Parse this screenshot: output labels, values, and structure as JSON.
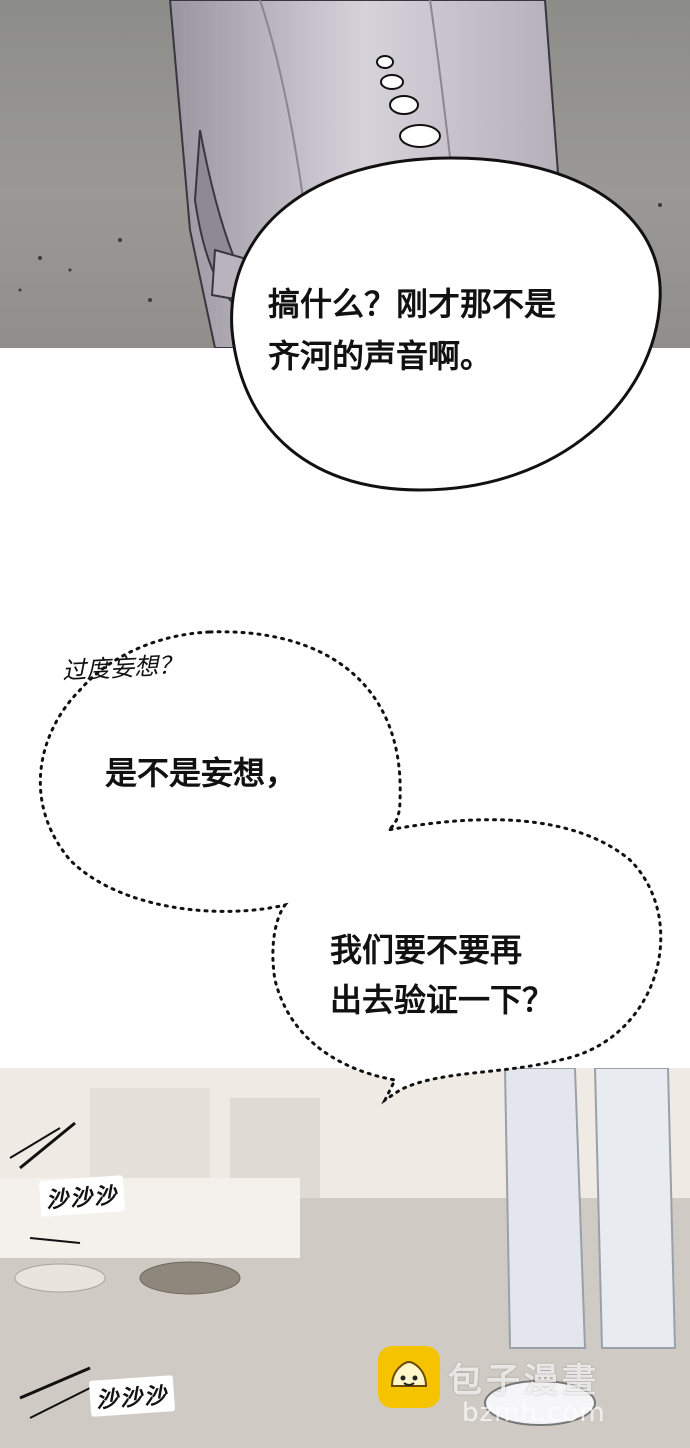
{
  "panels": [
    {
      "id": "top",
      "description_key": "figure-torso"
    },
    {
      "id": "bottom",
      "description_key": "room-floor"
    }
  ],
  "speech_bubble": {
    "text": "搞什么？刚才那不是\n齐河的声音啊。"
  },
  "thought_bubble": {
    "label": "过度妄想？",
    "line1": "是不是妄想，",
    "line2": "我们要不要再\n出去验证一下？"
  },
  "sound_effects": [
    {
      "text": "沙沙沙"
    },
    {
      "text": "沙沙沙"
    }
  ],
  "watermark": {
    "brand": "包子漫畫",
    "url": "bzmh.com",
    "logo_color": "#f6c300"
  }
}
